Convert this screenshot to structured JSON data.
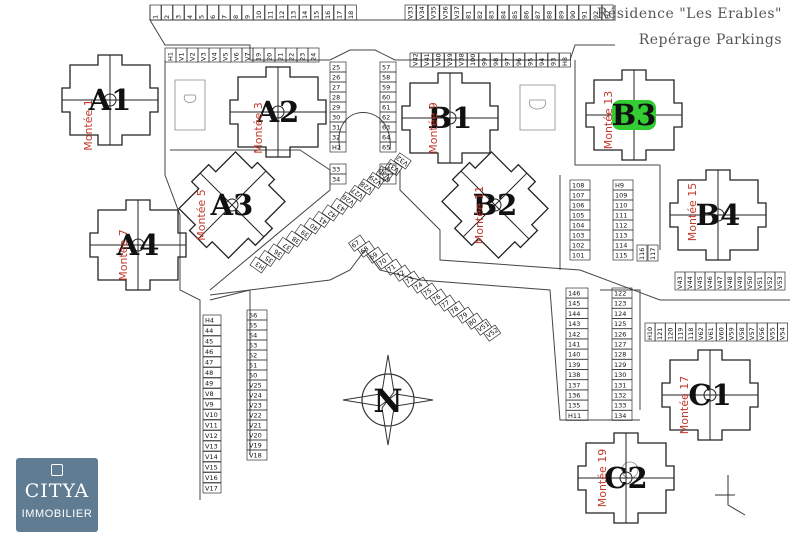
{
  "header": {
    "line1": "Résidence \"Les Erables\"",
    "line2": "Repérage Parkings"
  },
  "logo": {
    "brand": "CITYA",
    "sub": "IMMOBILIER"
  },
  "compass": {
    "label": "N"
  },
  "highlight_color": "#33cc33",
  "buildings": [
    {
      "id": "A1",
      "montee": "Montée 1",
      "highlight": false
    },
    {
      "id": "A2",
      "montee": "Montée 3",
      "highlight": false
    },
    {
      "id": "A3",
      "montee": "Montée 5",
      "highlight": false
    },
    {
      "id": "A4",
      "montee": "Montée 7",
      "highlight": false
    },
    {
      "id": "B1",
      "montee": "Montée 9",
      "highlight": false
    },
    {
      "id": "B2",
      "montee": "Montée 11",
      "highlight": false
    },
    {
      "id": "B3",
      "montee": "Montée 13",
      "highlight": true
    },
    {
      "id": "B4",
      "montee": "Montée 15",
      "highlight": false
    },
    {
      "id": "C1",
      "montee": "Montée 17",
      "highlight": false
    },
    {
      "id": "C2",
      "montee": "Montée 19",
      "highlight": false
    }
  ],
  "parking_rows": {
    "top_left": [
      "1",
      "2",
      "3",
      "4",
      "5",
      "6",
      "7",
      "8",
      "9",
      "10",
      "11",
      "12",
      "13",
      "14",
      "15",
      "16",
      "17",
      "18"
    ],
    "top_right": [
      "V33",
      "V34",
      "V35",
      "V36",
      "V37",
      "81",
      "82",
      "83",
      "84",
      "85",
      "86",
      "87",
      "88",
      "89",
      "90",
      "91",
      "92",
      "H7"
    ],
    "a2_row": [
      "H1",
      "V1",
      "V2",
      "V3",
      "V4",
      "V5",
      "V6",
      "V7",
      "19",
      "20",
      "21",
      "22",
      "23",
      "24"
    ],
    "a2_col": [
      "25",
      "26",
      "27",
      "28",
      "29",
      "30",
      "31",
      "32",
      "H2"
    ],
    "a2_col_low": [
      "33",
      "34"
    ],
    "b1_col": [
      "57",
      "58",
      "59",
      "60",
      "61",
      "62",
      "63",
      "64",
      "65"
    ],
    "b1_col_low": [
      "H5",
      "66"
    ],
    "b1_row": [
      "V42",
      "V41",
      "V40",
      "V39",
      "V38",
      "100",
      "99",
      "98",
      "97",
      "96",
      "95",
      "94",
      "93",
      "H8"
    ],
    "left_col": [
      "H4",
      "44",
      "45",
      "46",
      "47",
      "48",
      "49",
      "V8",
      "V9",
      "V10",
      "V11",
      "V12",
      "V13",
      "V14",
      "V15",
      "V16",
      "V17"
    ],
    "mid_col": [
      "56",
      "55",
      "54",
      "53",
      "52",
      "51",
      "50",
      "V25",
      "V24",
      "V23",
      "V22",
      "V21",
      "V20",
      "V19",
      "V18"
    ],
    "diag_left": [
      "H3",
      "35",
      "36",
      "37",
      "38",
      "39",
      "40",
      "41",
      "42",
      "43",
      "V26",
      "V27",
      "V28",
      "V29",
      "V30",
      "V31",
      "V32"
    ],
    "diag_right": [
      "67",
      "68",
      "69",
      "70",
      "71",
      "72",
      "73",
      "74",
      "75",
      "76",
      "77",
      "78",
      "79",
      "80",
      "V51",
      "V52"
    ],
    "col_101": [
      "108",
      "107",
      "106",
      "105",
      "104",
      "103",
      "102",
      "101"
    ],
    "col_109": [
      "H9",
      "109",
      "110",
      "111",
      "112",
      "113",
      "114",
      "115"
    ],
    "pair_116": [
      "116",
      "117"
    ],
    "col_146": [
      "146",
      "145",
      "144",
      "143",
      "142",
      "141",
      "140",
      "139",
      "138",
      "137",
      "136",
      "135",
      "H11"
    ],
    "col_122": [
      "122",
      "123",
      "124",
      "125",
      "126",
      "127",
      "128",
      "129",
      "130",
      "131",
      "132",
      "133",
      "134"
    ],
    "v_row1": [
      "V43",
      "V44",
      "V45",
      "V46",
      "V47",
      "V48",
      "V49",
      "V50",
      "V51",
      "V52",
      "V53"
    ],
    "v_row2": [
      "H10",
      "121",
      "120",
      "119",
      "118",
      "V62",
      "V61",
      "V60",
      "V59",
      "V58",
      "V57",
      "V56",
      "V55",
      "V54"
    ]
  }
}
